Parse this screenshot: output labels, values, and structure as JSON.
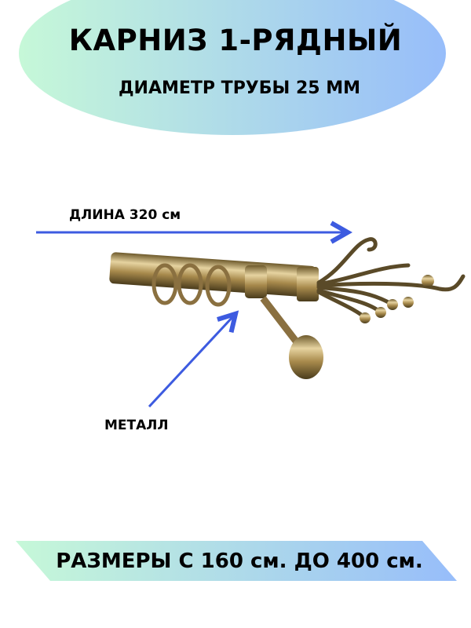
{
  "header": {
    "title": "КАРНИЗ 1-РЯДНЫЙ",
    "subtitle": "ДИАМЕТР ТРУБЫ 25 ММ"
  },
  "annotations": {
    "length": "ДЛИНА 320 см",
    "material": "МЕТАЛЛ"
  },
  "banner": {
    "sizes": "РАЗМЕРЫ С 160 см. ДО 400 см."
  },
  "colors": {
    "gradient_start": "#c6f8d8",
    "gradient_end": "#97bdfa",
    "arrow": "#3d5be0",
    "brass": "#a88a4c"
  }
}
